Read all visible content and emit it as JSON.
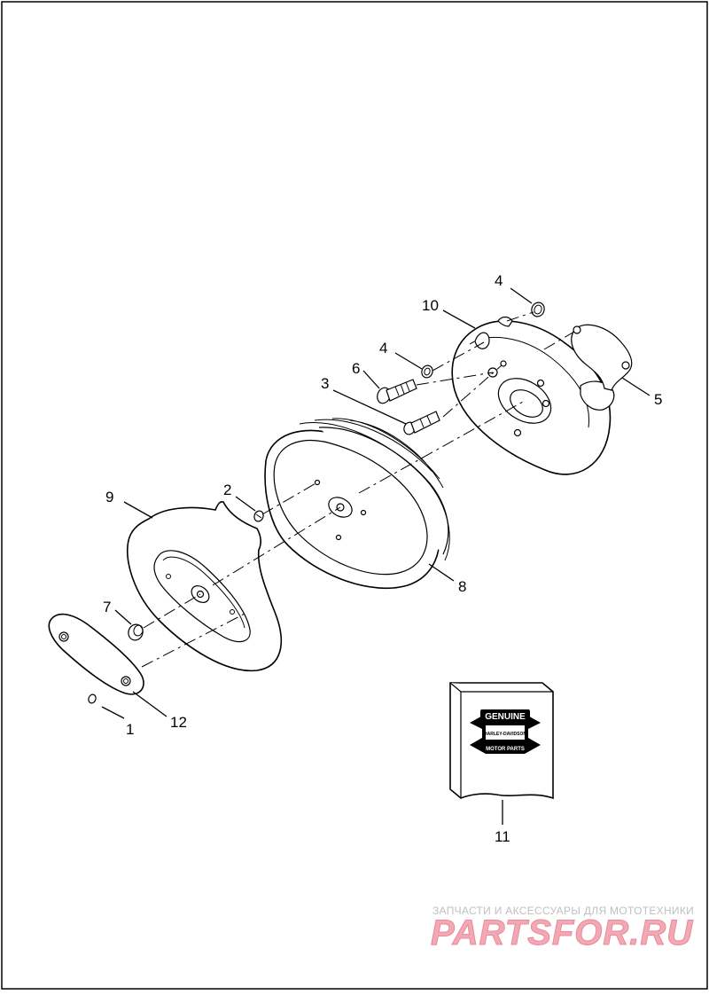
{
  "callouts": {
    "c1": "1",
    "c2": "2",
    "c3": "3",
    "c4a": "4",
    "c4b": "4",
    "c5": "5",
    "c6": "6",
    "c7": "7",
    "c8": "8",
    "c9": "9",
    "c10": "10",
    "c11": "11",
    "c12": "12"
  },
  "box_logo": {
    "top": "GENUINE",
    "middle": "HARLEY-DAVIDSON",
    "bottom": "MOTOR PARTS"
  },
  "watermark": {
    "tagline": "ЗАПЧАСТИ И АКСЕССУАРЫ ДЛЯ МОТОТЕХНИКИ",
    "brand": "PARTSFOR.RU"
  }
}
